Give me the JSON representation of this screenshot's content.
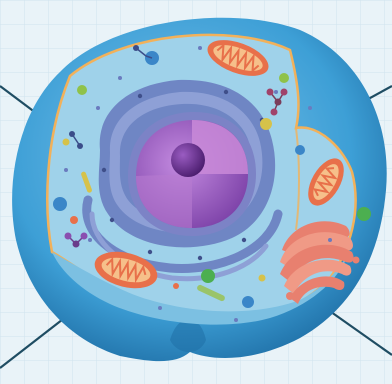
{
  "colors": {
    "background": "#e9f3f8",
    "grid": "#cfe3ee",
    "cell_membrane": "#3d9fd6",
    "cell_membrane_dark": "#1f6fa6",
    "cytoplasm": "#9fd2ea",
    "cytoplasm_inner": "#b8def0",
    "membrane_edge": "#f2b15a",
    "nucleus": "#9b5fc4",
    "nucleus_cut": "#c98ad8",
    "nucleolus": "#6a2f8f",
    "nuclear_envelope": "#7c83c6",
    "endoplasmic_reticulum": "#6f86c4",
    "mitochondrion": "#e8704a",
    "mitochondrion_inner": "#f6c08a",
    "golgi": "#e8806f",
    "label_line": "#1f4d63"
  },
  "structures": [
    "cell-membrane",
    "cytoplasm",
    "nucleus",
    "nucleolus",
    "nuclear-envelope",
    "endoplasmic-reticulum",
    "mitochondria",
    "golgi-apparatus",
    "vesicles",
    "ribosomes",
    "centrioles"
  ]
}
